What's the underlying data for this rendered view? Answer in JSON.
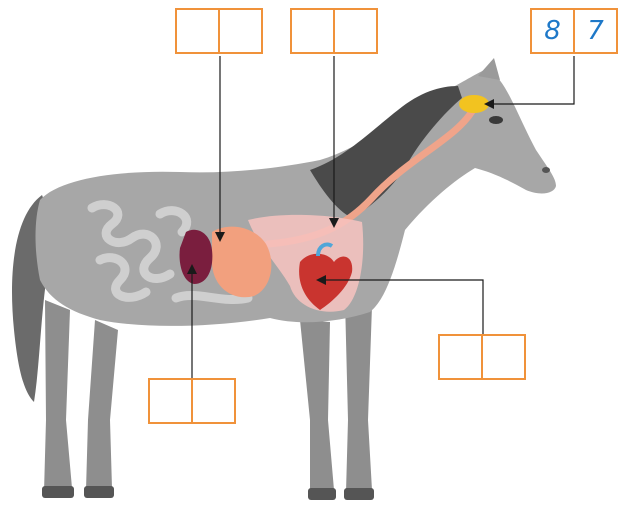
{
  "labels": [
    {
      "id": "top-left",
      "digits": [
        "",
        ""
      ]
    },
    {
      "id": "top-middle",
      "digits": [
        "",
        ""
      ]
    },
    {
      "id": "top-right",
      "digits": [
        "8",
        "7"
      ]
    },
    {
      "id": "right",
      "digits": [
        "",
        ""
      ]
    },
    {
      "id": "bottom-left",
      "digits": [
        "",
        ""
      ]
    }
  ],
  "colors": {
    "box_border": "#f0923a",
    "digit": "#1e78c8",
    "horse_body": "#a7a7a7",
    "stomach": "#f2a07e",
    "heart": "#c9342f",
    "liver": "#7a1e3e",
    "brain": "#f2c320",
    "esophagus": "#f0a48a"
  }
}
